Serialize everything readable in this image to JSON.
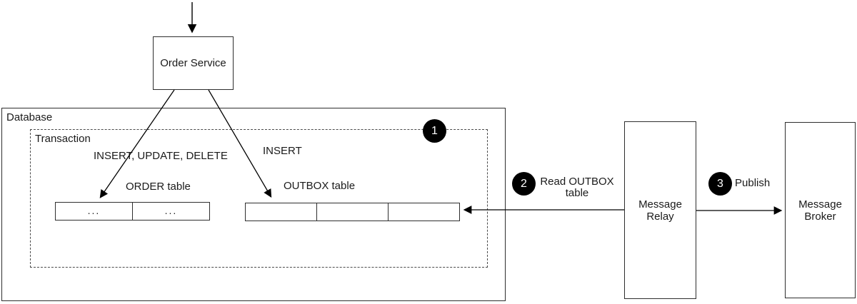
{
  "diagram": {
    "order_service": {
      "label": "Order Service"
    },
    "database": {
      "label": "Database",
      "transaction": {
        "label": "Transaction",
        "insert_update_delete_label": "INSERT, UPDATE, DELETE",
        "insert_label": "INSERT",
        "order_table": {
          "label": "ORDER table",
          "cells": [
            "...",
            "..."
          ]
        },
        "outbox_table": {
          "label": "OUTBOX table",
          "cells": [
            "",
            "",
            ""
          ]
        }
      }
    },
    "message_relay": {
      "label": "Message Relay"
    },
    "message_broker": {
      "label": "Message Broker"
    },
    "steps": [
      {
        "number": "1",
        "label": ""
      },
      {
        "number": "2",
        "label": "Read OUTBOX table"
      },
      {
        "number": "3",
        "label": "Publish"
      }
    ],
    "colors": {
      "stroke": "#2e2e2e",
      "arrow": "#000000",
      "badge_bg": "#000000",
      "badge_text": "#ffffff",
      "background": "#ffffff"
    }
  }
}
